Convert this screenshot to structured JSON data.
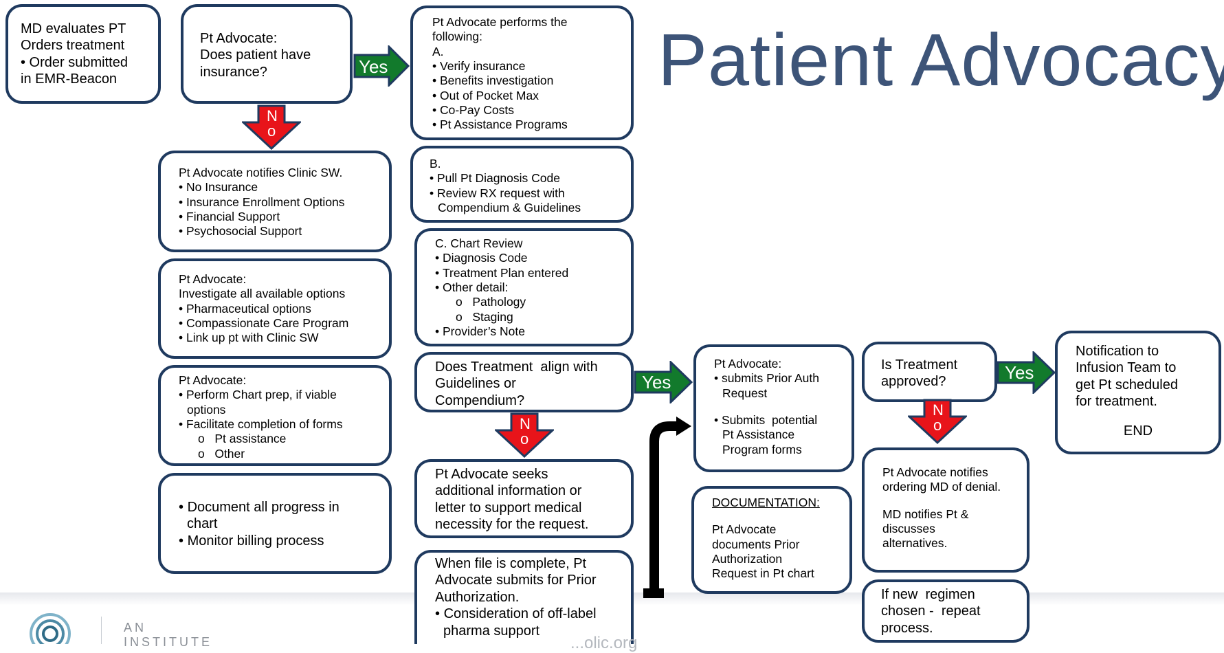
{
  "title": "Patient Advocacy",
  "md_box": {
    "lines": [
      "MD evaluates PT",
      "Orders treatment",
      "• Order submitted",
      "in EMR-Beacon"
    ]
  },
  "insurance_q": {
    "lines": [
      "Pt Advocate:",
      "Does patient have",
      "insurance?"
    ]
  },
  "box_a": {
    "lines": [
      "Pt Advocate performs the",
      "following:",
      "A."
    ],
    "items": [
      "Verify insurance",
      "Benefits investigation",
      "Out of Pocket Max",
      "Co-Pay Costs",
      "Pt Assistance Programs"
    ]
  },
  "box_b": {
    "lines": [
      "B."
    ],
    "items": [
      "Pull Pt Diagnosis Code",
      "Review RX request with\nCompendium & Guidelines"
    ]
  },
  "box_c": {
    "heading": "C. Chart Review",
    "items": [
      "Diagnosis Code",
      "Treatment Plan entered",
      "Other detail:"
    ],
    "sub_items": [
      "Pathology",
      "Staging"
    ],
    "last_item": "Provider’s Note"
  },
  "notify_sw": {
    "heading": "Pt Advocate notifies Clinic SW.",
    "items": [
      "No Insurance",
      "Insurance Enrollment Options",
      "Financial Support",
      "Psychosocial Support"
    ]
  },
  "investigate": {
    "lines": [
      "Pt Advocate:",
      "Investigate all available options"
    ],
    "items": [
      "Pharmaceutical options",
      "Compassionate Care Program",
      "Link up pt with Clinic SW"
    ]
  },
  "chart_prep": {
    "heading": "Pt Advocate:",
    "items": [
      "Perform Chart prep, if viable\noptions",
      "Facilitate completion of forms"
    ],
    "sub_items": [
      "Pt assistance",
      "Other"
    ]
  },
  "document_box": {
    "items": [
      "Document all progress in\nchart",
      "Monitor billing process"
    ]
  },
  "align_q": {
    "lines": [
      "Does Treatment  align with",
      "Guidelines or",
      "Compendium?"
    ]
  },
  "seeks_info": {
    "lines": [
      "Pt Advocate seeks",
      "additional information or",
      "letter to support medical",
      "necessity for the request."
    ]
  },
  "file_complete": {
    "lines": [
      "When file is complete, Pt",
      "Advocate submits for Prior",
      "Authorization."
    ],
    "items": [
      "Consideration of off-label\npharma support"
    ]
  },
  "prior_auth": {
    "heading": "Pt Advocate:",
    "items": [
      "submits Prior Auth\nRequest",
      "Submits  potential\nPt Assistance\nProgram forms"
    ]
  },
  "documentation": {
    "heading": "DOCUMENTATION:",
    "lines": [
      "Pt Advocate",
      "documents Prior",
      "Authorization",
      "Request in Pt chart"
    ]
  },
  "approved_q": {
    "lines": [
      "Is Treatment",
      "approved?"
    ]
  },
  "denial": {
    "lines1": [
      "Pt Advocate notifies",
      "ordering MD of denial."
    ],
    "lines2": [
      "MD notifies Pt &",
      "discusses",
      "alternatives."
    ]
  },
  "new_regimen": {
    "lines": [
      "If new  regimen",
      "chosen -  repeat",
      "process."
    ]
  },
  "notification": {
    "lines": [
      "Notification to",
      "Infusion Team to",
      "get Pt scheduled",
      "for treatment."
    ],
    "end": "END"
  },
  "labels": {
    "yes": "Yes",
    "no_n": "N",
    "no_o": "o"
  },
  "footer": {
    "logo_text_1": "AN",
    "logo_text_2": "INSTITUTE",
    "url_fragment": "...olic.org"
  },
  "colors": {
    "box_border": "#1f3a5f",
    "title": "#3d5478",
    "yes_arrow": "#127a2c",
    "no_arrow": "#e8141a",
    "arrow_border": "#1f3a5f"
  }
}
